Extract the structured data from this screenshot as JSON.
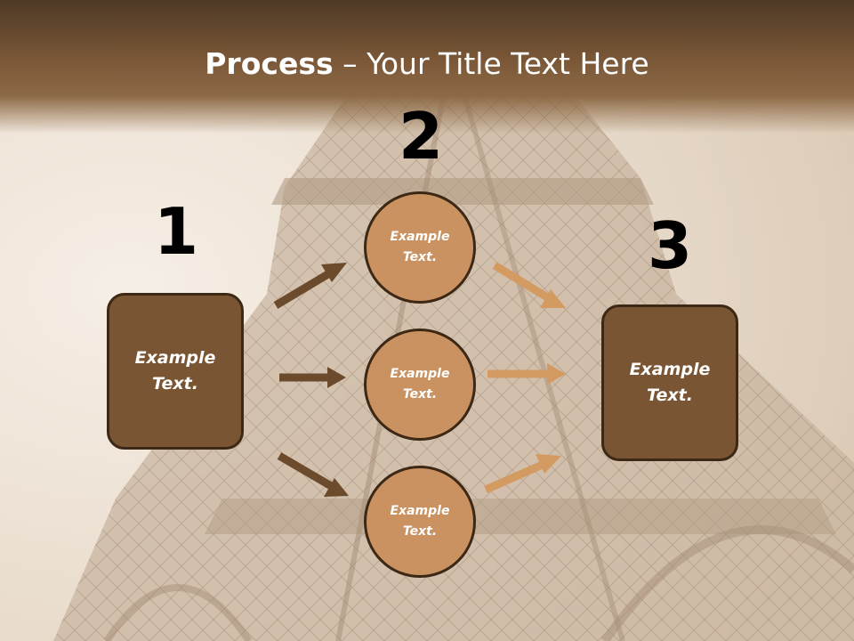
{
  "title": {
    "bold": "Process",
    "rest": " – Your Title Text Here"
  },
  "steps": {
    "one": "1",
    "two": "2",
    "three": "3"
  },
  "left_box": {
    "label": "Example\nText."
  },
  "right_box": {
    "label": "Example\nText."
  },
  "circles": [
    {
      "label": "Example\nText."
    },
    {
      "label": "Example\nText."
    },
    {
      "label": "Example\nText."
    }
  ],
  "colors": {
    "box_fill": "#7a5533",
    "circle_fill": "#c99260",
    "arrow_dark": "#6b4b2c",
    "arrow_light": "#d39a62",
    "outline": "#3d2816"
  }
}
